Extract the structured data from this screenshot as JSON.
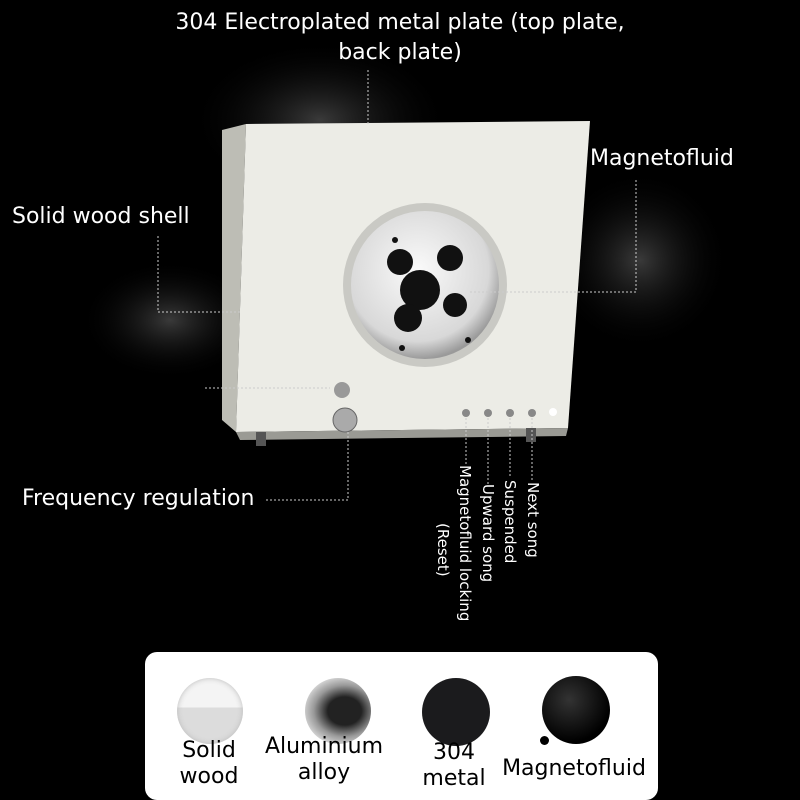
{
  "callouts": {
    "top_plate_line1": "304 Electroplated metal plate (top plate,",
    "top_plate_line2": "back plate)",
    "magnetofluid": "Magnetofluid",
    "solid_wood_shell": "Solid wood shell",
    "frequency_regulation": "Frequency regulation"
  },
  "buttons": [
    {
      "label": "Next song"
    },
    {
      "label": "Suspended"
    },
    {
      "label": "Upward song"
    },
    {
      "label": "Magnetofluid locking",
      "sublabel": "(Reset)"
    }
  ],
  "materials": [
    {
      "line1": "Solid",
      "line2": "wood",
      "icon": "solid-wood-ball"
    },
    {
      "line1": "Aluminium",
      "line2": "alloy",
      "icon": "aluminium-ball"
    },
    {
      "line1": "304",
      "line2": "metal",
      "icon": "metal-ball"
    },
    {
      "line1": "Magnetofluid",
      "line2": "",
      "icon": "magnetofluid-drop"
    }
  ]
}
